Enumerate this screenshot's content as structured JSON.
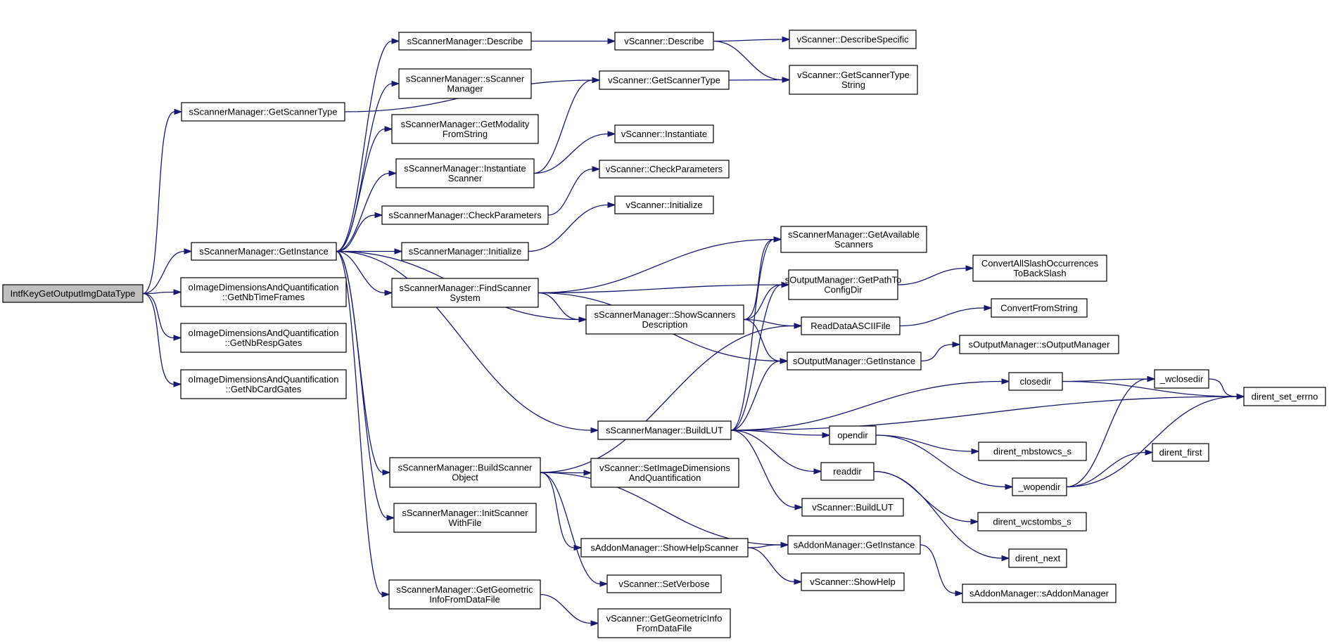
{
  "graph": {
    "edge_color": "#191970",
    "root_fill": "#bfbfbf",
    "node_fill": "#ffffff",
    "nodes": [
      {
        "id": "root",
        "lines": [
          "IntfKeyGetOutputImgDataType"
        ]
      },
      {
        "id": "smGetScannerType",
        "lines": [
          "sScannerManager::GetScannerType"
        ]
      },
      {
        "id": "smGetInstance",
        "lines": [
          "sScannerManager::GetInstance"
        ]
      },
      {
        "id": "oidGetNbTimeFrames",
        "lines": [
          "oImageDimensionsAndQuantification",
          "::GetNbTimeFrames"
        ]
      },
      {
        "id": "oidGetNbRespGates",
        "lines": [
          "oImageDimensionsAndQuantification",
          "::GetNbRespGates"
        ]
      },
      {
        "id": "oidGetNbCardGates",
        "lines": [
          "oImageDimensionsAndQuantification",
          "::GetNbCardGates"
        ]
      },
      {
        "id": "smDescribe",
        "lines": [
          "sScannerManager::Describe"
        ]
      },
      {
        "id": "smCtor",
        "lines": [
          "sScannerManager::sScanner",
          "Manager"
        ]
      },
      {
        "id": "smGetModality",
        "lines": [
          "sScannerManager::GetModality",
          "FromString"
        ]
      },
      {
        "id": "smInstantiate",
        "lines": [
          "sScannerManager::Instantiate",
          "Scanner"
        ]
      },
      {
        "id": "smCheckParams",
        "lines": [
          "sScannerManager::CheckParameters"
        ]
      },
      {
        "id": "smInitialize",
        "lines": [
          "sScannerManager::Initialize"
        ]
      },
      {
        "id": "smFindScanner",
        "lines": [
          "sScannerManager::FindScanner",
          "System"
        ]
      },
      {
        "id": "smBuildScanner",
        "lines": [
          "sScannerManager::BuildScanner",
          "Object"
        ]
      },
      {
        "id": "smInitScannerFile",
        "lines": [
          "sScannerManager::InitScanner",
          "WithFile"
        ]
      },
      {
        "id": "smGetGeom",
        "lines": [
          "sScannerManager::GetGeometric",
          "InfoFromDataFile"
        ]
      },
      {
        "id": "vsDescribe",
        "lines": [
          "vScanner::Describe"
        ]
      },
      {
        "id": "vsGetScannerType",
        "lines": [
          "vScanner::GetScannerType"
        ]
      },
      {
        "id": "vsInstantiate",
        "lines": [
          "vScanner::Instantiate"
        ]
      },
      {
        "id": "vsCheckParams",
        "lines": [
          "vScanner::CheckParameters"
        ]
      },
      {
        "id": "vsInitialize",
        "lines": [
          "vScanner::Initialize"
        ]
      },
      {
        "id": "smShowScanners",
        "lines": [
          "sScannerManager::ShowScanners",
          "Description"
        ]
      },
      {
        "id": "smBuildLUT",
        "lines": [
          "sScannerManager::BuildLUT"
        ]
      },
      {
        "id": "vsSetImageDims",
        "lines": [
          "vScanner::SetImageDimensions",
          "AndQuantification"
        ]
      },
      {
        "id": "amShowHelpScanner",
        "lines": [
          "sAddonManager::ShowHelpScanner"
        ]
      },
      {
        "id": "vsSetVerbose",
        "lines": [
          "vScanner::SetVerbose"
        ]
      },
      {
        "id": "vsGetGeom",
        "lines": [
          "vScanner::GetGeometricInfo",
          "FromDataFile"
        ]
      },
      {
        "id": "vsDescribeSpecific",
        "lines": [
          "vScanner::DescribeSpecific"
        ]
      },
      {
        "id": "vsGetScannerTypeString",
        "lines": [
          "vScanner::GetScannerType",
          "String"
        ]
      },
      {
        "id": "smGetAvailable",
        "lines": [
          "sScannerManager::GetAvailable",
          "Scanners"
        ]
      },
      {
        "id": "omGetPathTo",
        "lines": [
          "sOutputManager::GetPathTo",
          "ConfigDir"
        ]
      },
      {
        "id": "readDataAscii",
        "lines": [
          "ReadDataASCIIFile"
        ]
      },
      {
        "id": "omGetInstance",
        "lines": [
          "sOutputManager::GetInstance"
        ]
      },
      {
        "id": "amGetInstance",
        "lines": [
          "sAddonManager::GetInstance"
        ]
      },
      {
        "id": "vsShowHelp",
        "lines": [
          "vScanner::ShowHelp"
        ]
      },
      {
        "id": "vsBuildLUT",
        "lines": [
          "vScanner::BuildLUT"
        ]
      },
      {
        "id": "convertSlash",
        "lines": [
          "ConvertAllSlashOccurrences",
          "ToBackSlash"
        ]
      },
      {
        "id": "convertFromString",
        "lines": [
          "ConvertFromString"
        ]
      },
      {
        "id": "omCtor",
        "lines": [
          "sOutputManager::sOutputManager"
        ]
      },
      {
        "id": "closedir",
        "lines": [
          "closedir"
        ]
      },
      {
        "id": "opendir",
        "lines": [
          "opendir"
        ]
      },
      {
        "id": "readdir",
        "lines": [
          "readdir"
        ]
      },
      {
        "id": "amCtor",
        "lines": [
          "sAddonManager::sAddonManager"
        ]
      },
      {
        "id": "wclosedir",
        "lines": [
          "_wclosedir"
        ]
      },
      {
        "id": "mbstowcs",
        "lines": [
          "dirent_mbstowcs_s"
        ]
      },
      {
        "id": "wopendir",
        "lines": [
          "_wopendir"
        ]
      },
      {
        "id": "wcstombs",
        "lines": [
          "dirent_wcstombs_s"
        ]
      },
      {
        "id": "direntNext",
        "lines": [
          "dirent_next"
        ]
      },
      {
        "id": "direntSetErrno",
        "lines": [
          "dirent_set_errno"
        ]
      },
      {
        "id": "direntFirst",
        "lines": [
          "dirent_first"
        ]
      }
    ],
    "edges": [
      [
        "root",
        "smGetScannerType"
      ],
      [
        "root",
        "smGetInstance"
      ],
      [
        "root",
        "oidGetNbTimeFrames"
      ],
      [
        "root",
        "oidGetNbRespGates"
      ],
      [
        "root",
        "oidGetNbCardGates"
      ],
      [
        "smGetScannerType",
        "vsGetScannerType"
      ],
      [
        "smGetInstance",
        "smDescribe"
      ],
      [
        "smGetInstance",
        "smCtor"
      ],
      [
        "smGetInstance",
        "smGetModality"
      ],
      [
        "smGetInstance",
        "smInstantiate"
      ],
      [
        "smGetInstance",
        "smCheckParams"
      ],
      [
        "smGetInstance",
        "smInitialize"
      ],
      [
        "smGetInstance",
        "smFindScanner"
      ],
      [
        "smGetInstance",
        "smShowScanners"
      ],
      [
        "smGetInstance",
        "smBuildLUT"
      ],
      [
        "smGetInstance",
        "smBuildScanner"
      ],
      [
        "smGetInstance",
        "smInitScannerFile"
      ],
      [
        "smGetInstance",
        "smGetGeom"
      ],
      [
        "smDescribe",
        "vsDescribe"
      ],
      [
        "smInstantiate",
        "vsGetScannerType"
      ],
      [
        "smInstantiate",
        "vsInstantiate"
      ],
      [
        "smCheckParams",
        "vsCheckParams"
      ],
      [
        "smInitialize",
        "vsInitialize"
      ],
      [
        "smFindScanner",
        "smGetAvailable"
      ],
      [
        "smFindScanner",
        "omGetPathTo"
      ],
      [
        "smFindScanner",
        "smShowScanners"
      ],
      [
        "smFindScanner",
        "omGetInstance"
      ],
      [
        "smShowScanners",
        "smGetAvailable"
      ],
      [
        "smShowScanners",
        "omGetPathTo"
      ],
      [
        "smShowScanners",
        "readDataAscii"
      ],
      [
        "smShowScanners",
        "omGetInstance"
      ],
      [
        "smBuildLUT",
        "smGetAvailable"
      ],
      [
        "smBuildLUT",
        "omGetPathTo"
      ],
      [
        "smBuildLUT",
        "omGetInstance"
      ],
      [
        "smBuildLUT",
        "closedir"
      ],
      [
        "smBuildLUT",
        "direntSetErrno"
      ],
      [
        "smBuildLUT",
        "opendir"
      ],
      [
        "smBuildLUT",
        "readdir"
      ],
      [
        "smBuildLUT",
        "vsBuildLUT"
      ],
      [
        "smBuildScanner",
        "readDataAscii"
      ],
      [
        "smBuildScanner",
        "vsSetImageDims"
      ],
      [
        "smBuildScanner",
        "amShowHelpScanner"
      ],
      [
        "smBuildScanner",
        "amGetInstance"
      ],
      [
        "smBuildScanner",
        "vsSetVerbose"
      ],
      [
        "smGetGeom",
        "vsGetGeom"
      ],
      [
        "vsDescribe",
        "vsDescribeSpecific"
      ],
      [
        "vsDescribe",
        "vsGetScannerTypeString"
      ],
      [
        "vsGetScannerType",
        "vsGetScannerTypeString"
      ],
      [
        "omGetPathTo",
        "convertSlash"
      ],
      [
        "readDataAscii",
        "convertFromString"
      ],
      [
        "omGetInstance",
        "omCtor"
      ],
      [
        "amShowHelpScanner",
        "amGetInstance"
      ],
      [
        "amShowHelpScanner",
        "vsShowHelp"
      ],
      [
        "amGetInstance",
        "amCtor"
      ],
      [
        "closedir",
        "wclosedir"
      ],
      [
        "closedir",
        "direntSetErrno"
      ],
      [
        "wclosedir",
        "direntSetErrno"
      ],
      [
        "opendir",
        "mbstowcs"
      ],
      [
        "opendir",
        "wopendir"
      ],
      [
        "wopendir",
        "wclosedir"
      ],
      [
        "wopendir",
        "direntFirst"
      ],
      [
        "wopendir",
        "direntSetErrno"
      ],
      [
        "readdir",
        "wcstombs"
      ],
      [
        "readdir",
        "direntNext"
      ]
    ]
  }
}
